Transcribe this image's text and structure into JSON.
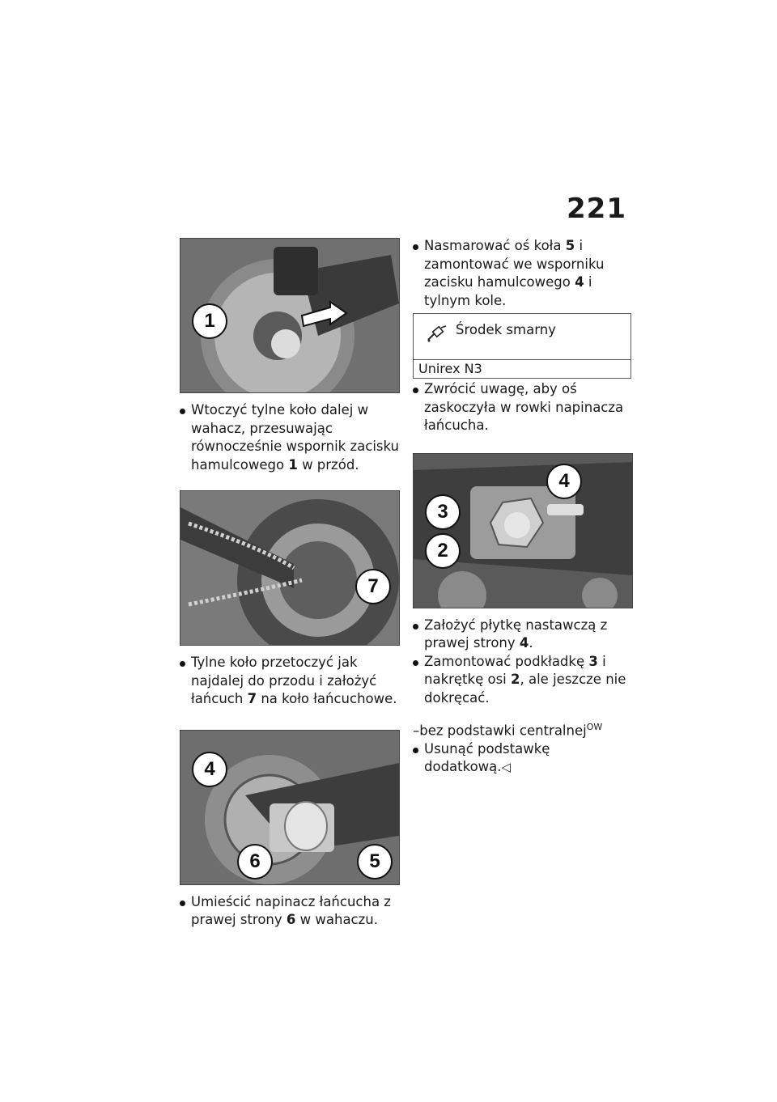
{
  "page": {
    "number": "221"
  },
  "left_column": {
    "figure1": {
      "callouts": [
        "1"
      ]
    },
    "step1": {
      "pre": "Wtoczyć tylne koło dalej w wahacz, przesuwając równocześnie wspornik zacisku hamulcowego",
      "ref": "1",
      "post": "w przód."
    },
    "figure2": {
      "callouts": [
        "7"
      ]
    },
    "step2": {
      "pre": "Tylne koło przetoczyć jak najdalej do przodu i założyć łańcuch",
      "ref": "7",
      "post": "na koło łańcuchowe."
    },
    "figure3": {
      "callouts": [
        "4",
        "6",
        "5"
      ]
    },
    "step3": {
      "pre": "Umieścić napinacz łańcucha z prawej strony",
      "ref": "6",
      "post": "w wahaczu."
    }
  },
  "right_column": {
    "step4": {
      "pre": "Nasmarować oś koła",
      "ref1": "5",
      "mid": "i zamontować we wsporniku zacisku hamulcowego",
      "ref2": "4",
      "post": "i tylnym kole."
    },
    "lubricant": {
      "icon": "grease-gun-icon",
      "label": "Środek smarny",
      "value": "Unirex N3"
    },
    "step5": {
      "text": "Zwrócić uwagę, aby oś zaskoczyła w rowki napinacza łańcucha."
    },
    "figure4": {
      "callouts": [
        "4",
        "3",
        "2"
      ]
    },
    "step6": {
      "pre": "Założyć płytkę nastawczą z prawej strony",
      "ref": "4",
      "post": "."
    },
    "step7": {
      "pre": "Zamontować podkładkę",
      "ref1": "3",
      "mid": "i nakrętkę osi",
      "ref2": "2",
      "post": ", ale jeszcze nie dokręcać."
    },
    "condition": {
      "dash": "–",
      "text": "bez podstawki centralnej",
      "sup": "OW"
    },
    "step8": {
      "text": "Usunąć podstawkę dodatkową.",
      "end_mark": "◁"
    }
  }
}
